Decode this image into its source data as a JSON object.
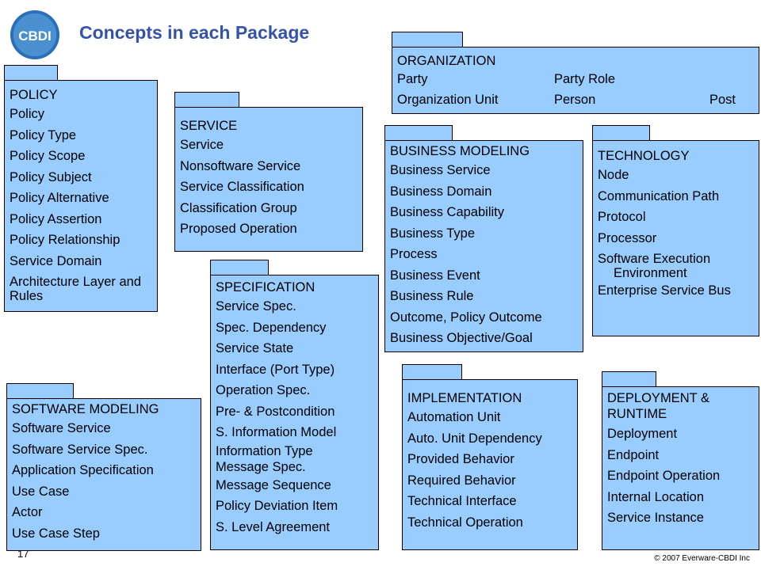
{
  "title": "Concepts in each Package",
  "logo": {
    "text": "CBDI"
  },
  "colors": {
    "package_fill": "#99ccff",
    "title": "#3553a8",
    "logo_bg": "#2a6fb7"
  },
  "packages": {
    "policy": {
      "name": "POLICY",
      "items": [
        "Policy",
        "Policy Type",
        "Policy Scope",
        "Policy Subject",
        "Policy Alternative",
        "Policy Assertion",
        "Policy Relationship",
        "Service Domain",
        "Architecture Layer and Rules"
      ]
    },
    "service": {
      "name": "SERVICE",
      "items": [
        "Service",
        "Nonsoftware Service",
        "Service Classification",
        "Classification Group",
        "Proposed Operation"
      ]
    },
    "organization": {
      "name": "ORGANIZATION",
      "row1": [
        "Party",
        "Party Role",
        ""
      ],
      "row2": [
        "Organization Unit",
        "Person",
        "Post"
      ]
    },
    "business_modeling": {
      "name": "BUSINESS MODELING",
      "items": [
        "Business Service",
        "Business Domain",
        "Business Capability",
        "Business Type",
        "Process",
        "Business Event",
        "Business Rule",
        "Outcome, Policy Outcome",
        "Business Objective/Goal"
      ]
    },
    "technology": {
      "name": "TECHNOLOGY",
      "items": [
        "Node",
        "Communication Path",
        "Protocol",
        "Processor",
        "Software Execution Environment",
        "Enterprise Service Bus"
      ]
    },
    "specification": {
      "name": "SPECIFICATION",
      "items": [
        "Service Spec.",
        "Spec. Dependency",
        "Service State",
        "Interface (Port Type)",
        "Operation Spec.",
        "Pre- & Postcondition",
        "S. Information Model",
        "Information Type",
        "Message Spec.",
        "Message Sequence",
        "Policy Deviation Item",
        "S. Level Agreement"
      ]
    },
    "software_modeling": {
      "name": "SOFTWARE MODELING",
      "items": [
        "Software Service",
        "Software Service Spec.",
        "Application Specification",
        "Use Case",
        "Actor",
        "Use Case Step"
      ]
    },
    "implementation": {
      "name": "IMPLEMENTATION",
      "items": [
        "Automation Unit",
        "Auto. Unit Dependency",
        "Provided Behavior",
        "Required Behavior",
        "Technical Interface",
        "Technical Operation"
      ]
    },
    "deployment": {
      "name": "DEPLOYMENT & RUNTIME",
      "items": [
        "Deployment",
        "Endpoint",
        "Endpoint Operation",
        "Internal Location",
        "Service Instance"
      ]
    }
  },
  "footer": {
    "slide_number": "17",
    "copyright": "© 2007 Everware-CBDI Inc"
  }
}
